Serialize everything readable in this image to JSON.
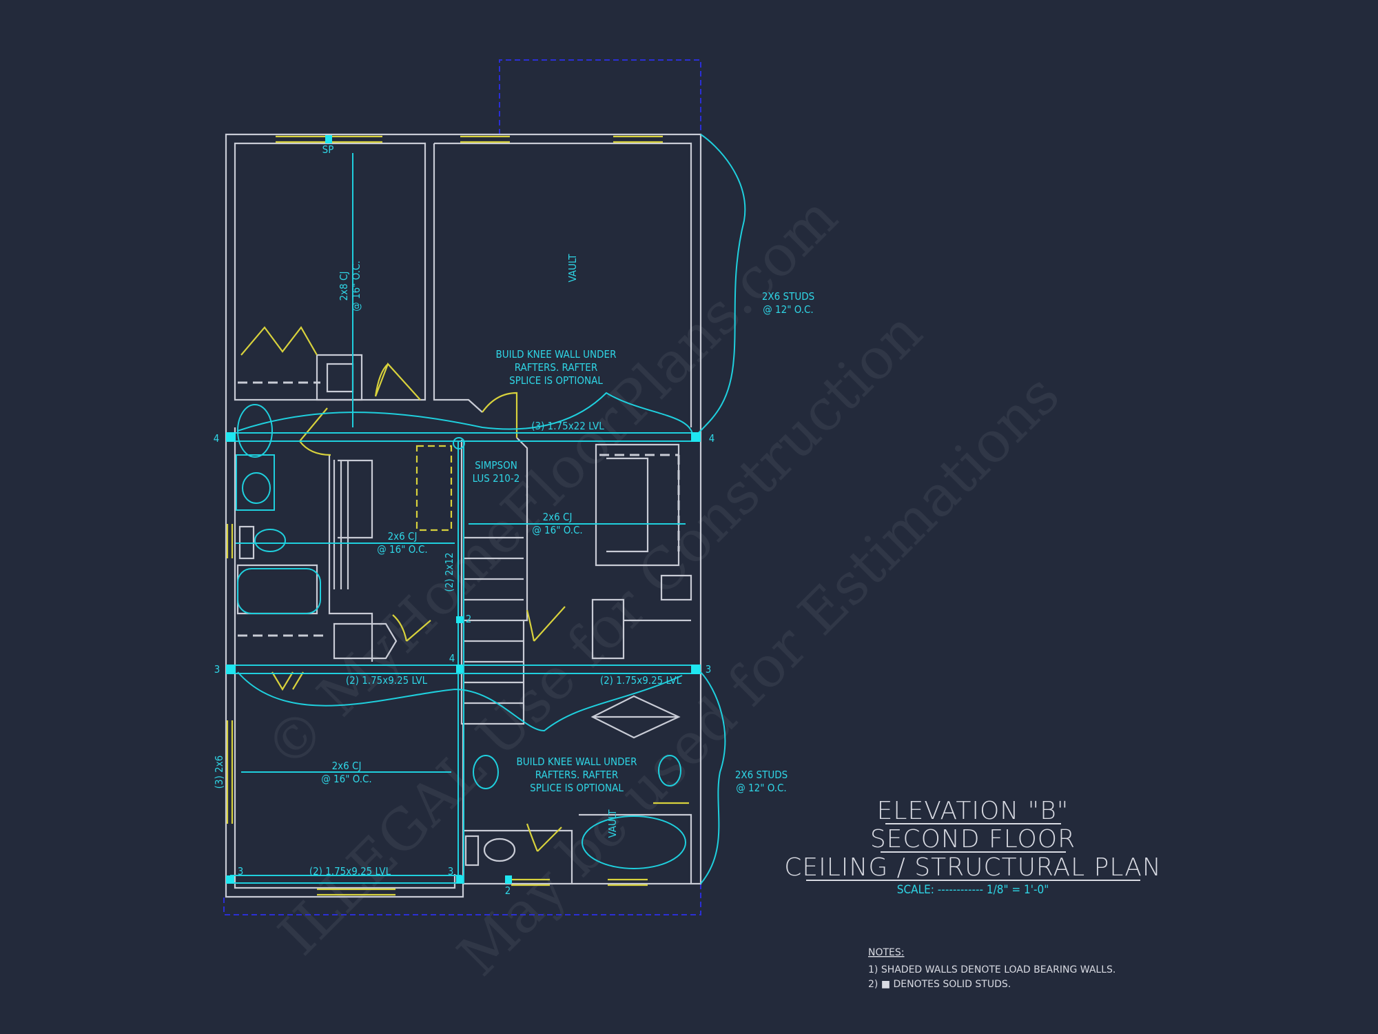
{
  "colors": {
    "background": "#232a3b",
    "walls": "#c9ccd6",
    "structural": "#1fd0de",
    "doors_windows": "#d8d23c",
    "outline": "#2b2fd6"
  },
  "watermark": [
    "© MyHomeFloorPlans.com",
    "ILLEGAL Use for Construction",
    "May be used for Estimations"
  ],
  "title": {
    "line1": "ELEVATION \"B\"",
    "line2": "SECOND FLOOR",
    "line3": "CEILING / STRUCTURAL PLAN",
    "scale": "SCALE: ------------ 1/8\" = 1'-0\""
  },
  "notes": {
    "heading": "NOTES:",
    "items": [
      "1) SHADED WALLS DENOTE LOAD BEARING WALLS.",
      "2) ■ DENOTES SOLID STUDS."
    ]
  },
  "labels": {
    "sp": "SP",
    "cj_2x8": [
      "2x8 CJ",
      "@ 16\" O.C."
    ],
    "vault_top": "VAULT",
    "knee_wall_top": [
      "BUILD KNEE WALL UNDER",
      "RAFTERS. RAFTER",
      "SPLICE IS OPTIONAL"
    ],
    "lvl_3_22": "(3) 1.75x22 LVL",
    "studs_top": [
      "2X6 STUDS",
      "@ 12\" O.C."
    ],
    "simpson": [
      "SIMPSON",
      "LUS 210-2"
    ],
    "cj_right": [
      "2x6 CJ",
      "@ 16\" O.C."
    ],
    "cj_mid": [
      "2x6 CJ",
      "@ 16\" O.C."
    ],
    "header_2x12": "(2) 2x12",
    "lvl_left": "(2) 1.75x9.25 LVL",
    "lvl_right": "(2) 1.75x9.25 LVL",
    "cj_bottom": [
      "2x6 CJ",
      "@ 16\" O.C."
    ],
    "post_3_2x6": "(3) 2x6",
    "knee_wall_bottom": [
      "BUILD KNEE WALL UNDER",
      "RAFTERS. RAFTER",
      "SPLICE IS OPTIONAL"
    ],
    "studs_bottom": [
      "2X6 STUDS",
      "@ 12\" O.C."
    ],
    "vault_bottom": "VAULT",
    "lvl_bottom": "(2) 1.75x9.25 LVL"
  },
  "grid_markers": [
    "4",
    "4",
    "3",
    "3",
    "2",
    "4",
    "3",
    "3",
    "2"
  ]
}
